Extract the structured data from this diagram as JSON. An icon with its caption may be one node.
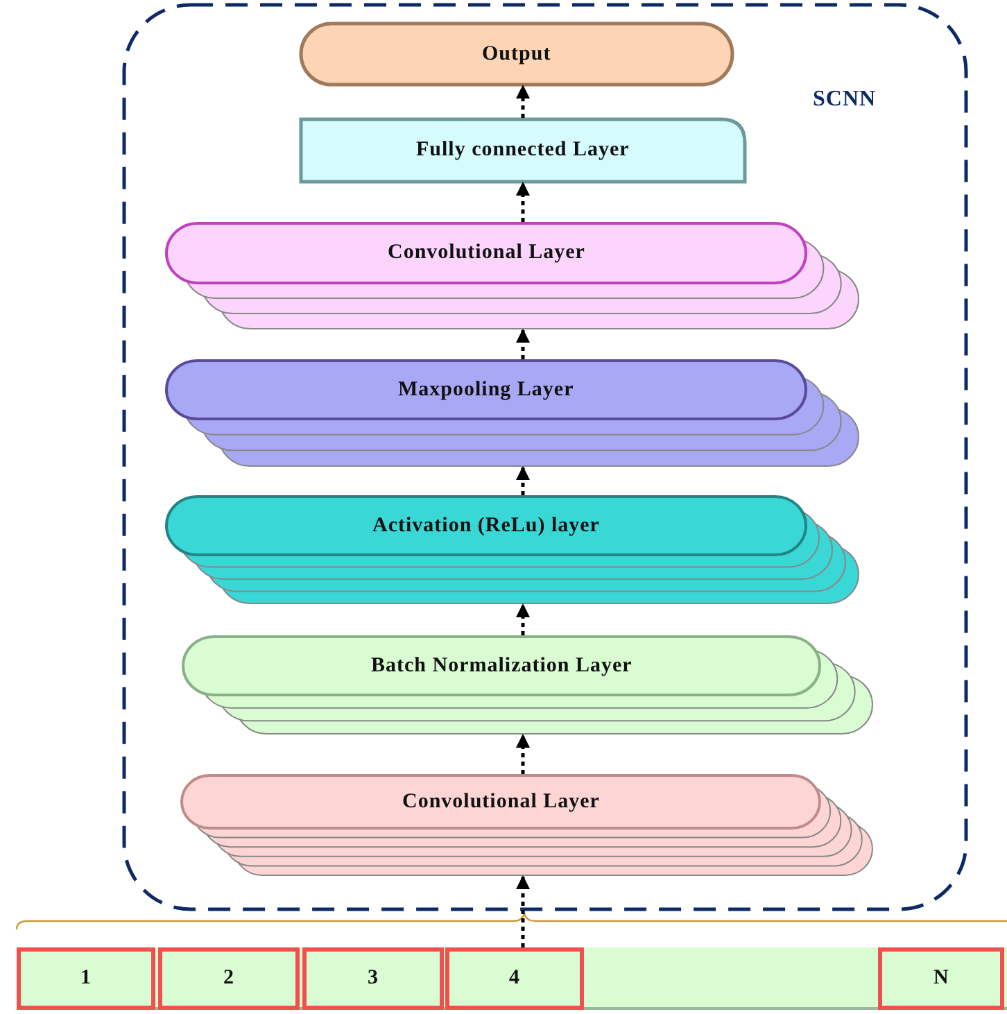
{
  "diagram": {
    "nodes": [
      {
        "text": [
          "SCNN"
        ]
      },
      {
        "text": [
          "Output"
        ],
        "in": 0
      },
      {
        "text": [
          "Fully connected Layer"
        ],
        "in": 0
      },
      {
        "text": [
          "Convolutional Layer"
        ],
        "in": 0
      },
      {
        "text": [
          "Maxpooling Layer"
        ],
        "in": 0
      },
      {
        "text": [
          "Activation (ReLu) layer"
        ],
        "in": 0
      },
      {
        "text": [
          "Batch Normalization Layer"
        ],
        "in": 0
      },
      {
        "text": [
          "Convolutional Layer"
        ],
        "in": 0
      },
      {
        "text": [],
        "shape": "bar"
      },
      {
        "text": [
          "1"
        ],
        "in": 8
      },
      {
        "text": [
          "2"
        ],
        "in": 8
      },
      {
        "text": [
          "3"
        ],
        "in": 8
      },
      {
        "text": [
          "4"
        ],
        "in": 8
      },
      {
        "text": [
          "N"
        ],
        "in": 8
      }
    ],
    "edges": [
      {
        "from": 8,
        "to": 7,
        "arrow": "to"
      },
      {
        "from": 7,
        "to": 6,
        "arrow": "to"
      },
      {
        "from": 6,
        "to": 5,
        "arrow": "to"
      },
      {
        "from": 5,
        "to": 4,
        "arrow": "to"
      },
      {
        "from": 4,
        "to": 3,
        "arrow": "to"
      },
      {
        "from": 3,
        "to": 2,
        "arrow": "to"
      },
      {
        "from": 2,
        "to": 1,
        "arrow": "to"
      }
    ]
  }
}
